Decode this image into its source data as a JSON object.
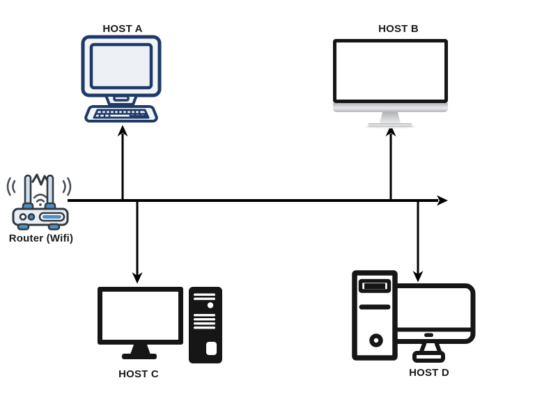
{
  "diagram": {
    "type": "network-topology",
    "nodes": {
      "host_a": {
        "label": "HOST A",
        "icon": "desktop-computer-icon",
        "style": "navy-outline"
      },
      "host_b": {
        "label": "HOST B",
        "icon": "imac-monitor-icon",
        "style": "realistic-silver"
      },
      "router": {
        "label": "Router (Wifi)",
        "icon": "wifi-router-icon",
        "style": "color-filled"
      },
      "host_c": {
        "label": "HOST C",
        "icon": "monitor-with-tower-icon",
        "style": "black-solid"
      },
      "host_d": {
        "label": "HOST D",
        "icon": "tower-with-monitor-outline-icon",
        "style": "black-outline"
      }
    },
    "connections": [
      {
        "from": "router",
        "to": "bus",
        "type": "bus-start"
      },
      {
        "from": "bus",
        "to": "host_a",
        "arrow_direction": "up"
      },
      {
        "from": "bus",
        "to": "host_b",
        "arrow_direction": "up"
      },
      {
        "from": "bus",
        "to": "host_c",
        "arrow_direction": "down"
      },
      {
        "from": "bus",
        "to": "host_d",
        "arrow_direction": "down"
      },
      {
        "from": "bus",
        "to": "east-end",
        "arrow_direction": "right"
      }
    ],
    "colors": {
      "line": "#000000",
      "text": "#1a1a1a",
      "navy": "#1f3a68",
      "navy_fill": "#f1f4f8",
      "screen_fill": "#edf1f6",
      "black": "#161616",
      "blue": "#4a8fc7",
      "router_body": "#e7eef5",
      "router_antenna": "#cfdfeb",
      "router_outline": "#33383e",
      "wifi_gray": "#4a4f55",
      "silver_light": "#e9eaeb",
      "silver_dark": "#b0b3b6",
      "white": "#ffffff"
    }
  }
}
